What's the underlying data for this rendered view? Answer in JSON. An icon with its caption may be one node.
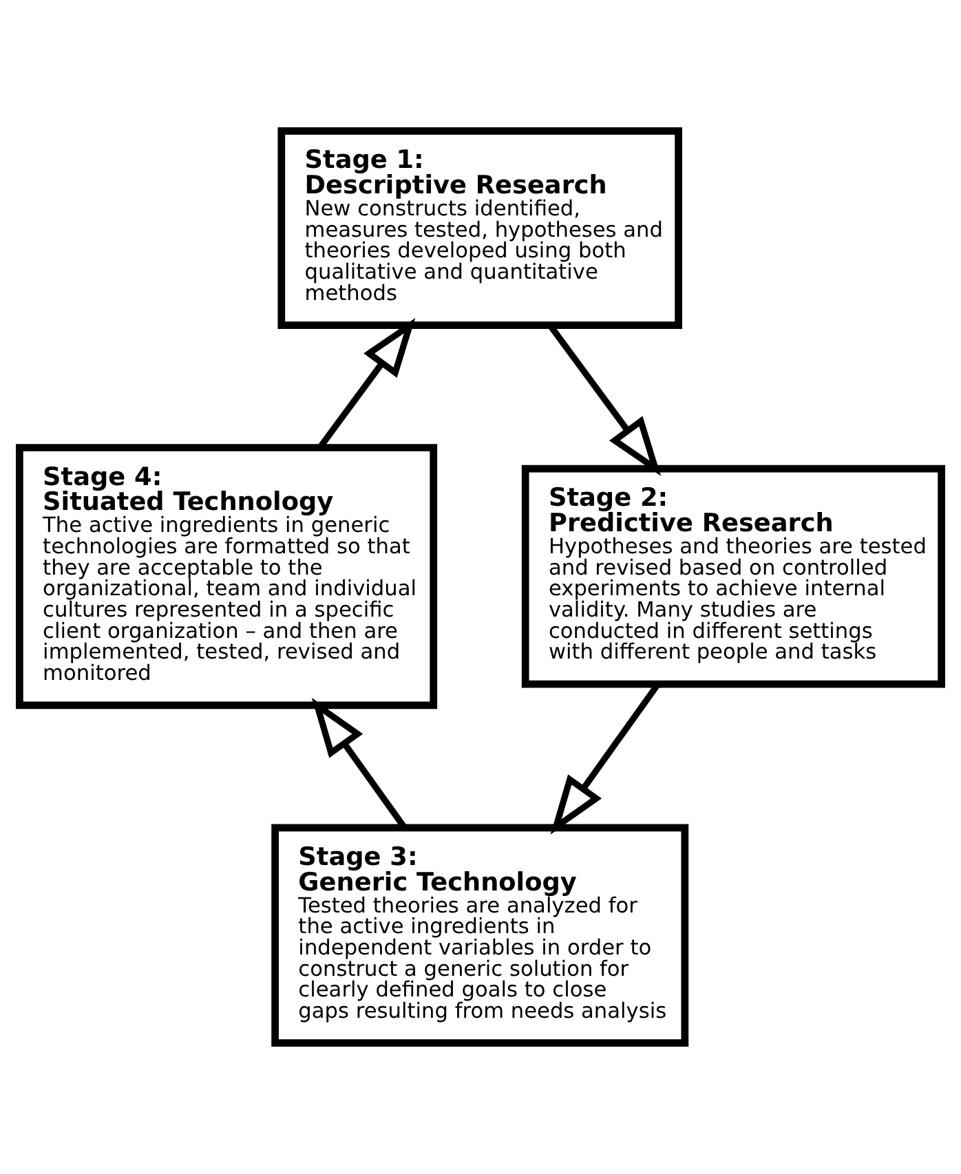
{
  "diagram": {
    "nodes": [
      {
        "text": [
          "Stage 1:",
          "Descriptive Research",
          "New constructs identified, measures tested, hypotheses and theories developed using both qualitative and quantitative methods"
        ]
      },
      {
        "text": [
          "Stage 2:",
          "Predictive Research",
          "Hypotheses and theories are tested and revised based on controlled experiments to achieve internal validity. Many studies are conducted in different settings with different people and tasks"
        ]
      },
      {
        "text": [
          "Stage 3:",
          "Generic Technology",
          "Tested theories are analyzed for the active ingredients in independent variables in order to construct a generic solution for clearly defined goals to close gaps resulting from needs analysis"
        ]
      },
      {
        "text": [
          "Stage 4:",
          "Situated Technology",
          "The active ingredients in generic technologies are formatted so that they are acceptable to the organizational, team and individual cultures represented in a specific client organization – and then are implemented, tested, revised and monitored"
        ]
      }
    ],
    "edges": [
      {
        "from": 0,
        "to": 1,
        "arrow": "to"
      },
      {
        "from": 1,
        "to": 2,
        "arrow": "to"
      },
      {
        "from": 2,
        "to": 3,
        "arrow": "to"
      },
      {
        "from": 3,
        "to": 0,
        "arrow": "to"
      }
    ]
  }
}
